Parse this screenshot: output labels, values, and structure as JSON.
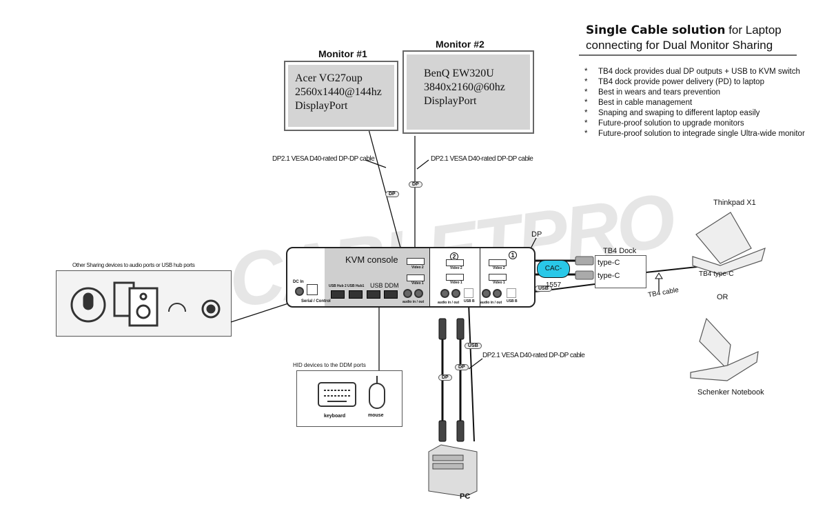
{
  "title": {
    "bold": "Single Cable solution",
    "rest": " for Laptop",
    "line2": "connecting for Dual Monitor Sharing"
  },
  "bullets": [
    "TB4 dock provides dual DP outputs + USB to KVM switch",
    "TB4 dock provide power delivery (PD) to laptop",
    "Best in wears and tears prevention",
    "Best in cable management",
    "Snaping and swaping to different laptop easily",
    "Future-proof solution to upgrade monitors",
    "Future-proof solution to integrade single Ultra-wide monitor"
  ],
  "bullet_mark": "*",
  "watermark": "CABLETPRO",
  "monitor1": {
    "label": "Monitor #1",
    "model": "Acer VG27oup",
    "res": "2560x1440@144hz",
    "port": "DisplayPort"
  },
  "monitor2": {
    "label": "Monitor #2",
    "model": "BenQ EW320U",
    "res": "3840x2160@60hz",
    "port": "DisplayPort"
  },
  "cable_label": "DP2.1 VESA D40-rated DP-DP cable",
  "dp": "DP",
  "usb": "USB",
  "kvm": {
    "title": "KVM console",
    "dc_in": "DC In",
    "serial": "Serial / Control",
    "usb_hub2": "USB Hub 2",
    "usb_hub1": "USB Hub1",
    "usb_ddm": "USB DDM",
    "audio": "audio in / out",
    "video2": "Video 2",
    "video1": "Video 1",
    "usb_b": "USB B",
    "num1": "1",
    "num2": "2"
  },
  "adapter": "CAC-1557",
  "dock": {
    "title": "TB4 Dock",
    "port1": "type-C",
    "port2": "type-C"
  },
  "tb4_cable": "TB4 cable",
  "laptop1": {
    "label": "Thinkpad  X1",
    "port": "TB4 type-C"
  },
  "or": "OR",
  "laptop2": {
    "label": "Schenker Notebook"
  },
  "sharing": {
    "label": "Other Sharing devices to audio ports or USB hub ports"
  },
  "hid": {
    "label": "HID devices to the DDM ports",
    "keyboard": "keyboard",
    "mouse": "mouse"
  },
  "pc": "PC",
  "colors": {
    "adapter": "#29c8e8",
    "monitor_fill": "#d4d4d4",
    "panel": "#cfcfcf"
  }
}
